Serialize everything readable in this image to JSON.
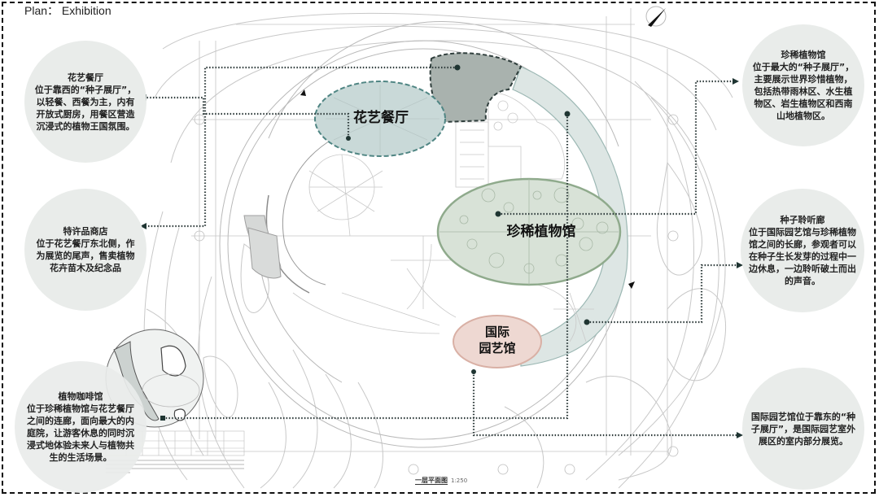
{
  "header": {
    "title": "Plan： Exhibition"
  },
  "colors": {
    "restaurant_fill": "#c9d9d8",
    "restaurant_stroke": "#4f8583",
    "seed_hall_dark": "#a9b2ae",
    "rare_plants_fill": "#d8e2d7",
    "rare_plants_stroke": "#8faa8c",
    "horticulture_fill": "#eed8d2",
    "horticulture_stroke": "#d9b0a5",
    "corridor_fill": "#dde6e4",
    "bubble_bg": "#e9ecea",
    "leader_line": "#2d3a3a"
  },
  "zones": {
    "restaurant": "花艺餐厅",
    "rare_plants": "珍稀植物馆",
    "horticulture_line1": "国际",
    "horticulture_line2": "园艺馆"
  },
  "callouts": {
    "restaurant": {
      "heading": "花艺餐厅",
      "body": "位于靠西的“种子展厅”，以轻餐、西餐为主，内有开放式厨房，用餐区营造沉浸式的植物王国氛围。"
    },
    "shop": {
      "heading": "特许品商店",
      "body": "位于花艺餐厅东北侧，作为展览的尾声，售卖植物花卉苗木及纪念品"
    },
    "cafe": {
      "heading": "植物咖啡馆",
      "body": "位于珍稀植物馆与花艺餐厅之间的连廊，面向最大的内庭院，让游客休息的同时沉浸式地体验未来人与植物共生的生活场景。"
    },
    "rare_plants": {
      "heading": "珍稀植物馆",
      "body": "位于最大的“种子展厅”，主要展示世界珍惜植物，包括热带雨林区、水生植物区、岩生植物区和西南山地植物区。"
    },
    "corridor": {
      "heading": "种子聆听廊",
      "body": "位于国际园艺馆与珍稀植物馆之间的长廊，参观者可以在种子生长发芽的过程中一边休息，一边聆听破土而出的声音。"
    },
    "horticulture": {
      "heading": "",
      "body": "国际园艺馆位于靠东的“种子展厅”，是国际园艺室外展区的室内部分展览。"
    }
  },
  "plan": {
    "caption": "一层平面图",
    "scale": "1:250",
    "north_arrow": "north-arrow-icon"
  }
}
